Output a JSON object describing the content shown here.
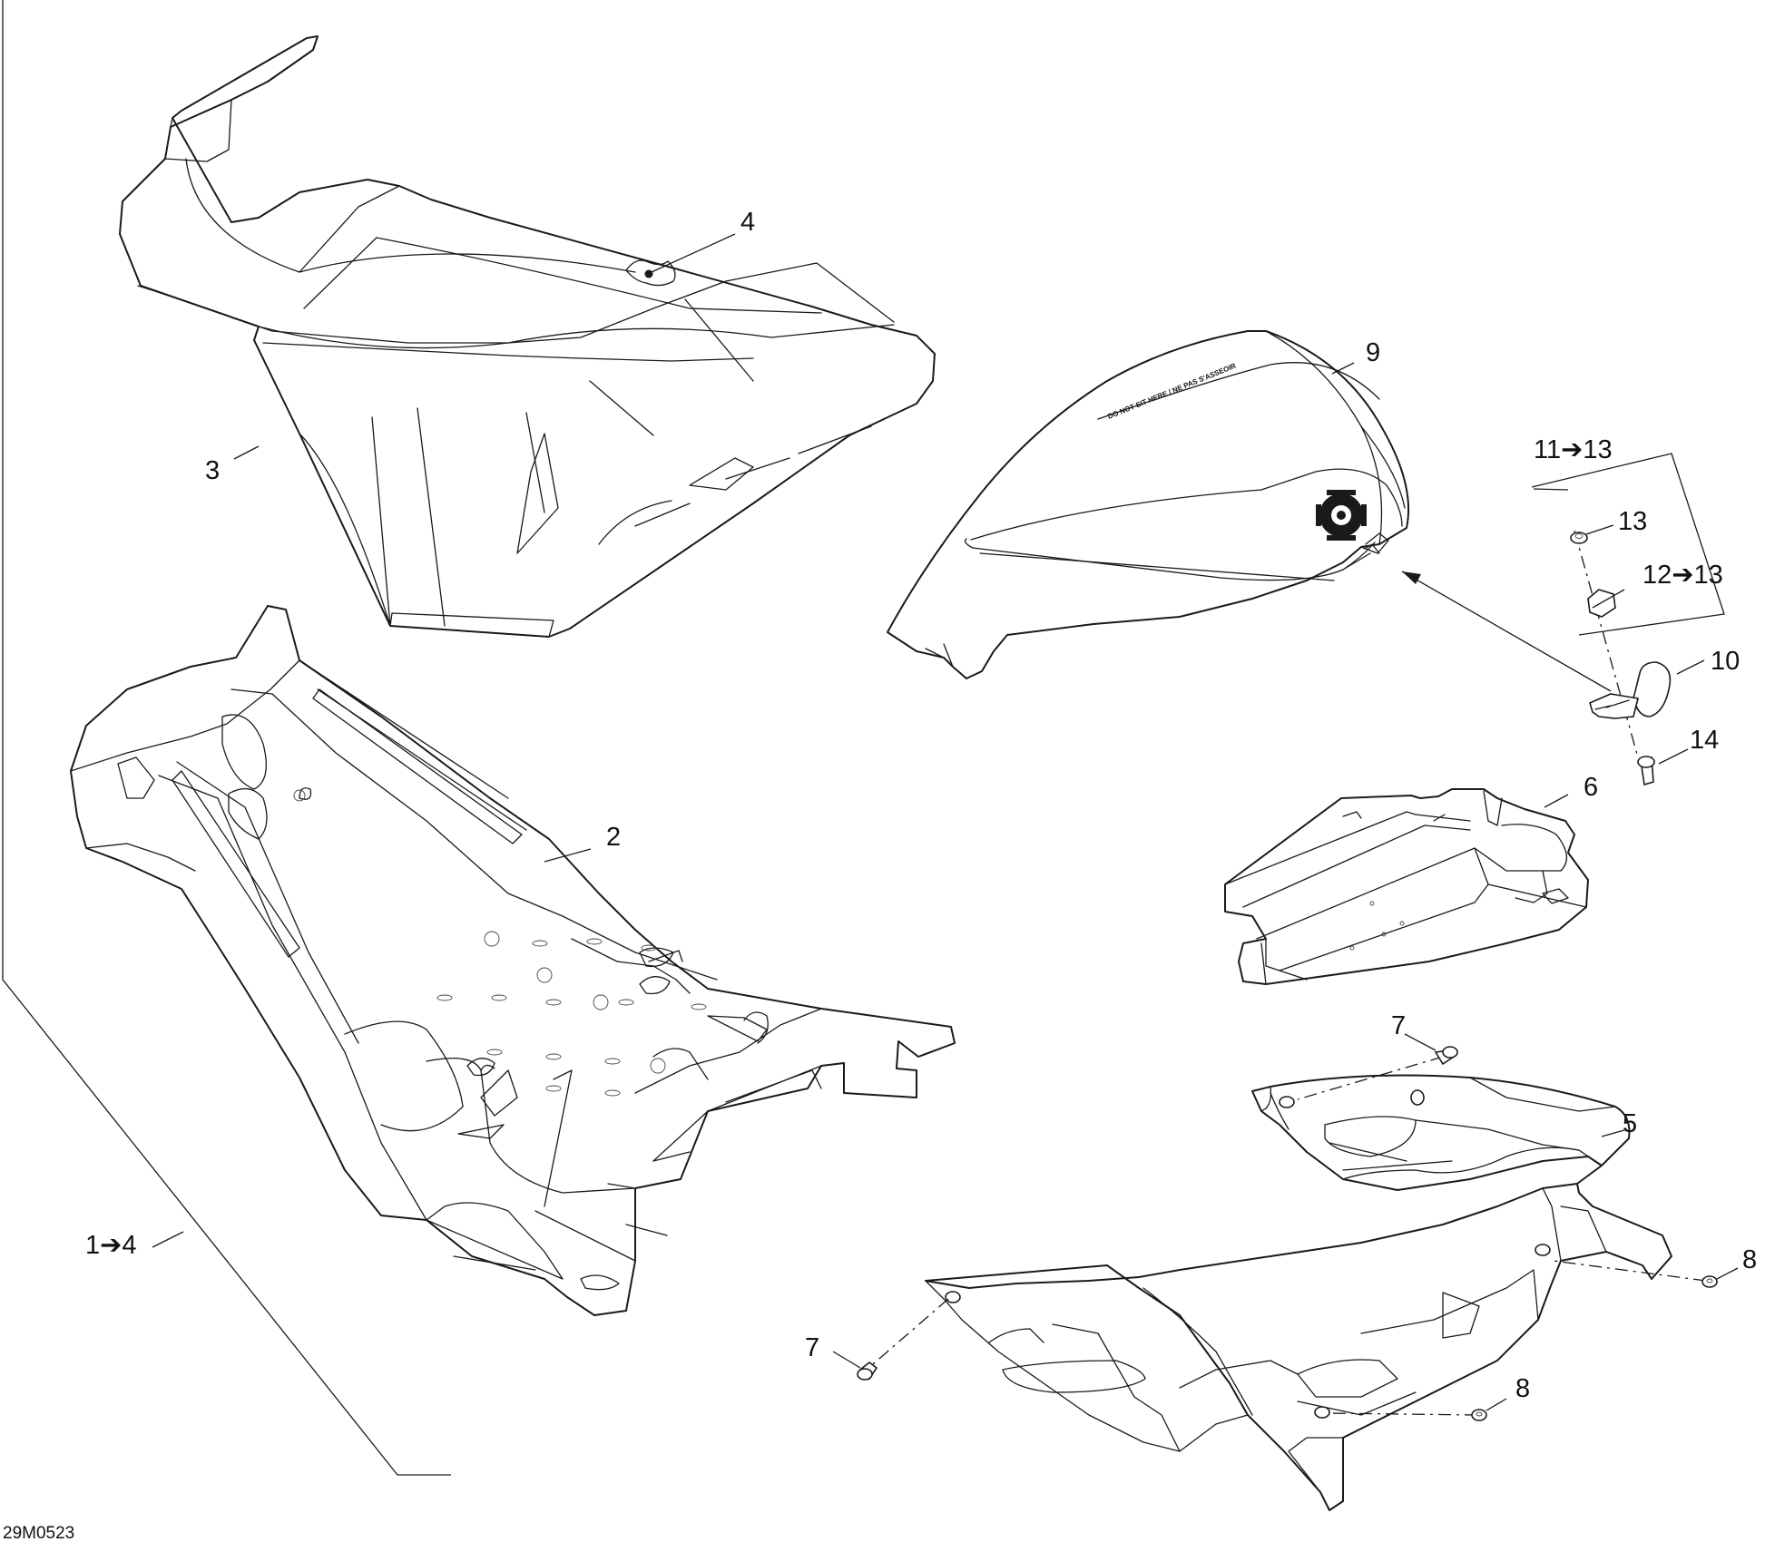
{
  "figure_code": "29M0523",
  "callouts": {
    "c1_4": "1➔4",
    "c2": "2",
    "c3": "3",
    "c4": "4",
    "c5": "5",
    "c6": "6",
    "c7a": "7",
    "c7b": "7",
    "c8a": "8",
    "c8b": "8",
    "c9": "9",
    "c10": "10",
    "c11_13": "11➔13",
    "c12_13": "12➔13",
    "c13": "13",
    "c14": "14"
  },
  "labels": {
    "cover_warning": "DO NOT SIT HERE / NE PAS S'ASSEOIR"
  },
  "colors": {
    "line": "#1a1a1a",
    "background": "#ffffff"
  }
}
